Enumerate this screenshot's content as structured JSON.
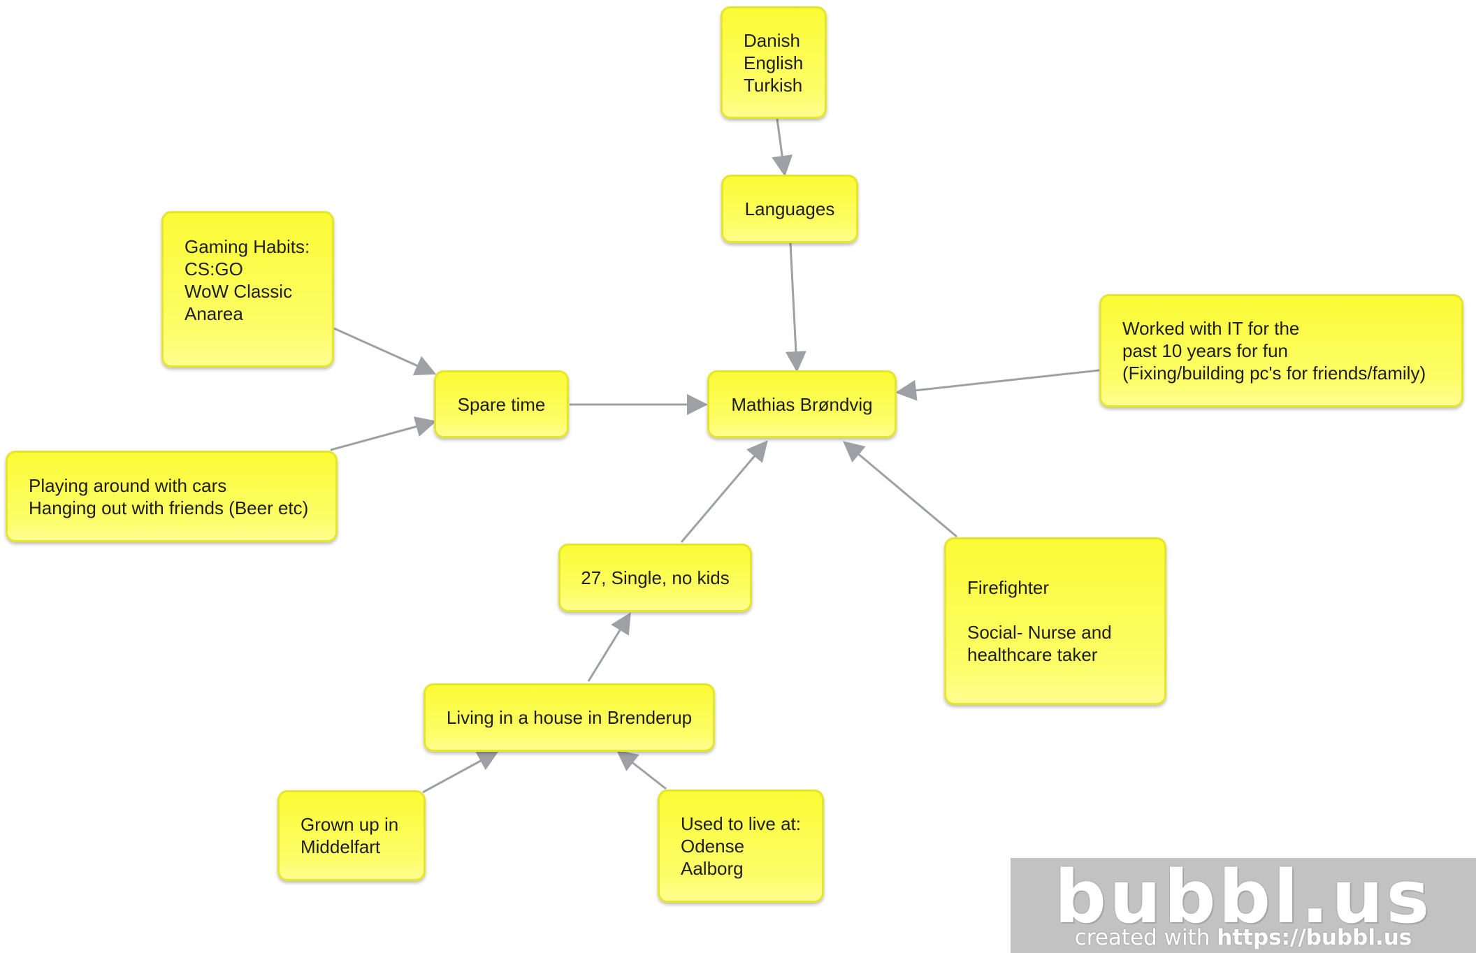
{
  "colors": {
    "node_fill": "#fdfd5a",
    "node_border": "#e5e52c",
    "link": "#9ea0a6",
    "watermark_bg": "#c2c2c2"
  },
  "nodes": {
    "center": "Mathias Brøndvig",
    "languages": "Languages",
    "language_list": "Danish\nEnglish\nTurkish",
    "spare_time": "Spare time",
    "gaming": "Gaming Habits:\nCS:GO\nWoW Classic\nAnarea",
    "cars": "Playing around with cars\nHanging out with friends (Beer etc)",
    "it": "Worked with IT for the\npast 10 years for fun\n(Fixing/building pc's for friends/family)",
    "firefighter": "Firefighter\n\nSocial- Nurse and\nhealthcare taker",
    "age": "27, Single, no kids",
    "house": "Living in a house in Brenderup",
    "grown": "Grown up in\nMiddelfart",
    "used": "Used to live at:\nOdense\nAalborg"
  },
  "watermark": {
    "logo": "bubbl.us",
    "created_prefix": "created with ",
    "created_url": "https://bubbl.us"
  }
}
